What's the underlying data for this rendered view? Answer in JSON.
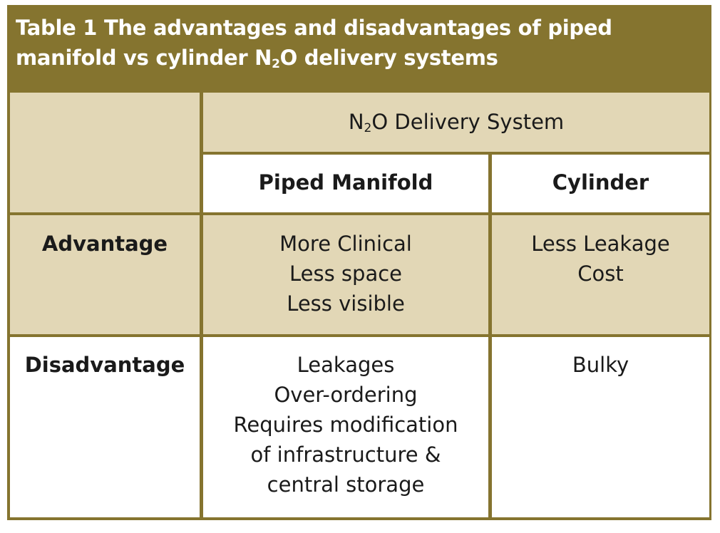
{
  "table": {
    "title_line1": "Table 1  The advantages and disadvantages of piped",
    "title_line2_pre": "manifold vs cylinder N",
    "title_line2_sub": "2",
    "title_line2_post": "O delivery systems",
    "header": {
      "system_pre": "N",
      "system_sub": "2",
      "system_post": "O Delivery System",
      "col_piped": "Piped Manifold",
      "col_cylinder": "Cylinder"
    },
    "rows": [
      {
        "label": "Advantage",
        "piped": [
          "More Clinical",
          "Less space",
          "Less visible"
        ],
        "cylinder": [
          "Less Leakage",
          "Cost"
        ]
      },
      {
        "label": "Disadvantage",
        "piped": [
          "Leakages",
          "Over-ordering",
          "Requires modification",
          "of infrastructure &",
          "central storage"
        ],
        "cylinder": [
          "Bulky"
        ]
      }
    ],
    "colors": {
      "frame": "#85742f",
      "tan": "#e2d7b6",
      "white": "#ffffff",
      "title_text": "#ffffff"
    }
  }
}
